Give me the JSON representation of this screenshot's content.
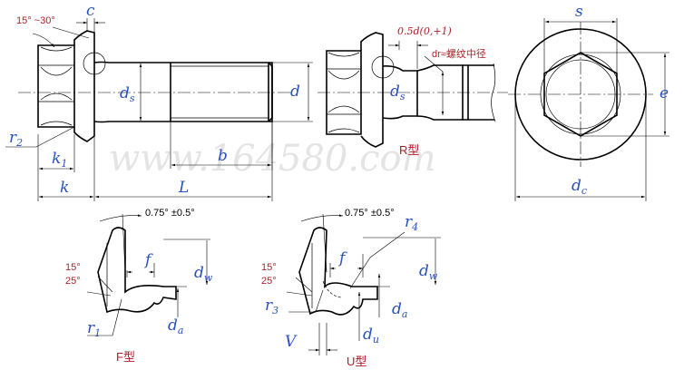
{
  "watermark": "www.164580.com",
  "main_view": {
    "angle": "15° ~30°",
    "c": "c",
    "ds": "d",
    "ds_sub": "s",
    "d": "d",
    "r2": "r",
    "r2_sub": "2",
    "k1": "k",
    "k1_sub": "1",
    "k": "k",
    "L": "L",
    "b": "b"
  },
  "r_view": {
    "dim_top": "0.5d(0,+1)",
    "dr_note": "dr≈螺纹中径",
    "ds": "d",
    "ds_sub": "s",
    "caption": "R型"
  },
  "top_view": {
    "s": "s",
    "e": "e",
    "dc": "d",
    "dc_sub": "c"
  },
  "f_detail": {
    "angle": "0.75° ±0.5°",
    "a15": "15°",
    "a25": "25°",
    "f": "f",
    "dw": "d",
    "dw_sub": "w",
    "da": "d",
    "da_sub": "a",
    "r1": "r",
    "r1_sub": "1",
    "caption": "F型"
  },
  "u_detail": {
    "angle": "0.75° ±0.5°",
    "a15": "15°",
    "a25": "25°",
    "r4": "r",
    "r4_sub": "4",
    "r3": "r",
    "r3_sub": "3",
    "f": "f",
    "dw": "d",
    "dw_sub": "w",
    "da": "d",
    "da_sub": "a",
    "du": "d",
    "du_sub": "u",
    "V": "V",
    "caption": "U型"
  }
}
